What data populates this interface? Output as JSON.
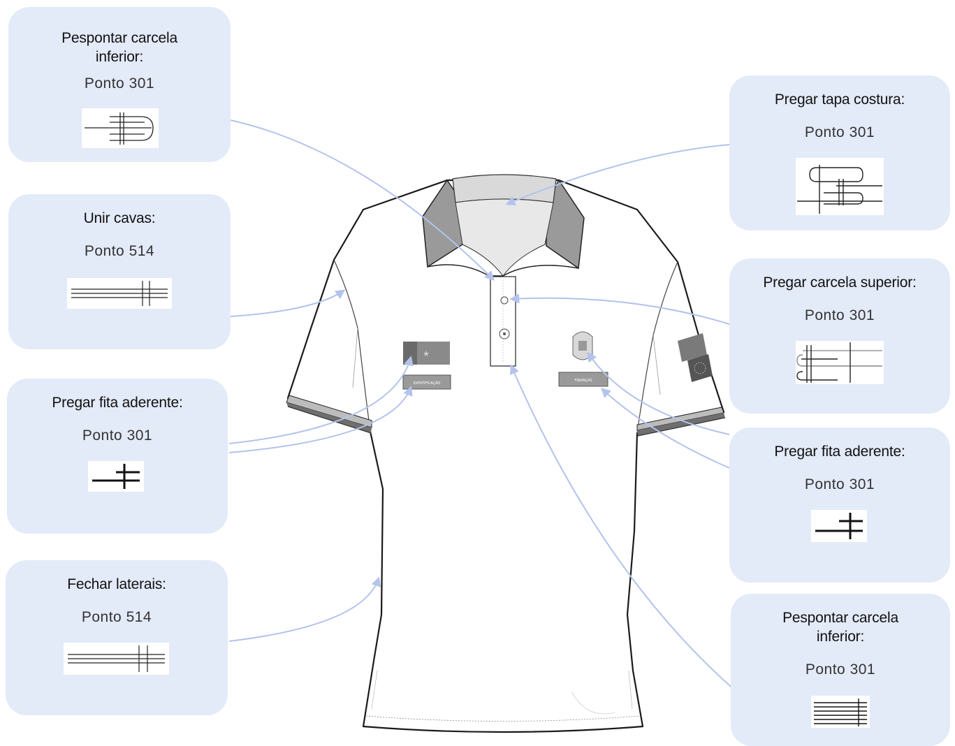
{
  "cards": [
    {
      "id": "pespontar-carcela-inferior-left",
      "title": "Pespontar carcela\ninferior:",
      "stitch": "Ponto 301",
      "icon": "stitch-301-curve-icon"
    },
    {
      "id": "unir-cavas",
      "title": "Unir cavas:",
      "stitch": "Ponto 514",
      "icon": "stitch-514-icon"
    },
    {
      "id": "pregar-fita-aderente-left",
      "title": "Pregar fita aderente:",
      "stitch": "Ponto 301",
      "icon": "stitch-301-cross-icon"
    },
    {
      "id": "fechar-laterais",
      "title": "Fechar laterais:",
      "stitch": "Ponto 514",
      "icon": "stitch-514-icon"
    },
    {
      "id": "pregar-tapa-costura",
      "title": "Pregar tapa costura:",
      "stitch": "Ponto 301",
      "icon": "stitch-301-loops-icon"
    },
    {
      "id": "pregar-carcela-superior",
      "title": "Pregar carcela superior:",
      "stitch": "Ponto 301",
      "icon": "stitch-301-loops-icon"
    },
    {
      "id": "pregar-fita-aderente-right",
      "title": "Pregar fita aderente:",
      "stitch": "Ponto 301",
      "icon": "stitch-301-cross-icon"
    },
    {
      "id": "pespontar-carcela-inferior-right",
      "title": "Pespontar carcela\ninferior:",
      "stitch": "Ponto 301",
      "icon": "stitch-multi-line-icon"
    }
  ],
  "shirt": {
    "left_patch_label": "IDENTIFICAÇÃO",
    "right_patch_label": "FINANÇAS"
  },
  "colors": {
    "card_bg": "#e3eaf8",
    "leader_line": "#b3c3ec",
    "outline": "#1a1a1a",
    "collar_grey": "#8c8c8c"
  }
}
